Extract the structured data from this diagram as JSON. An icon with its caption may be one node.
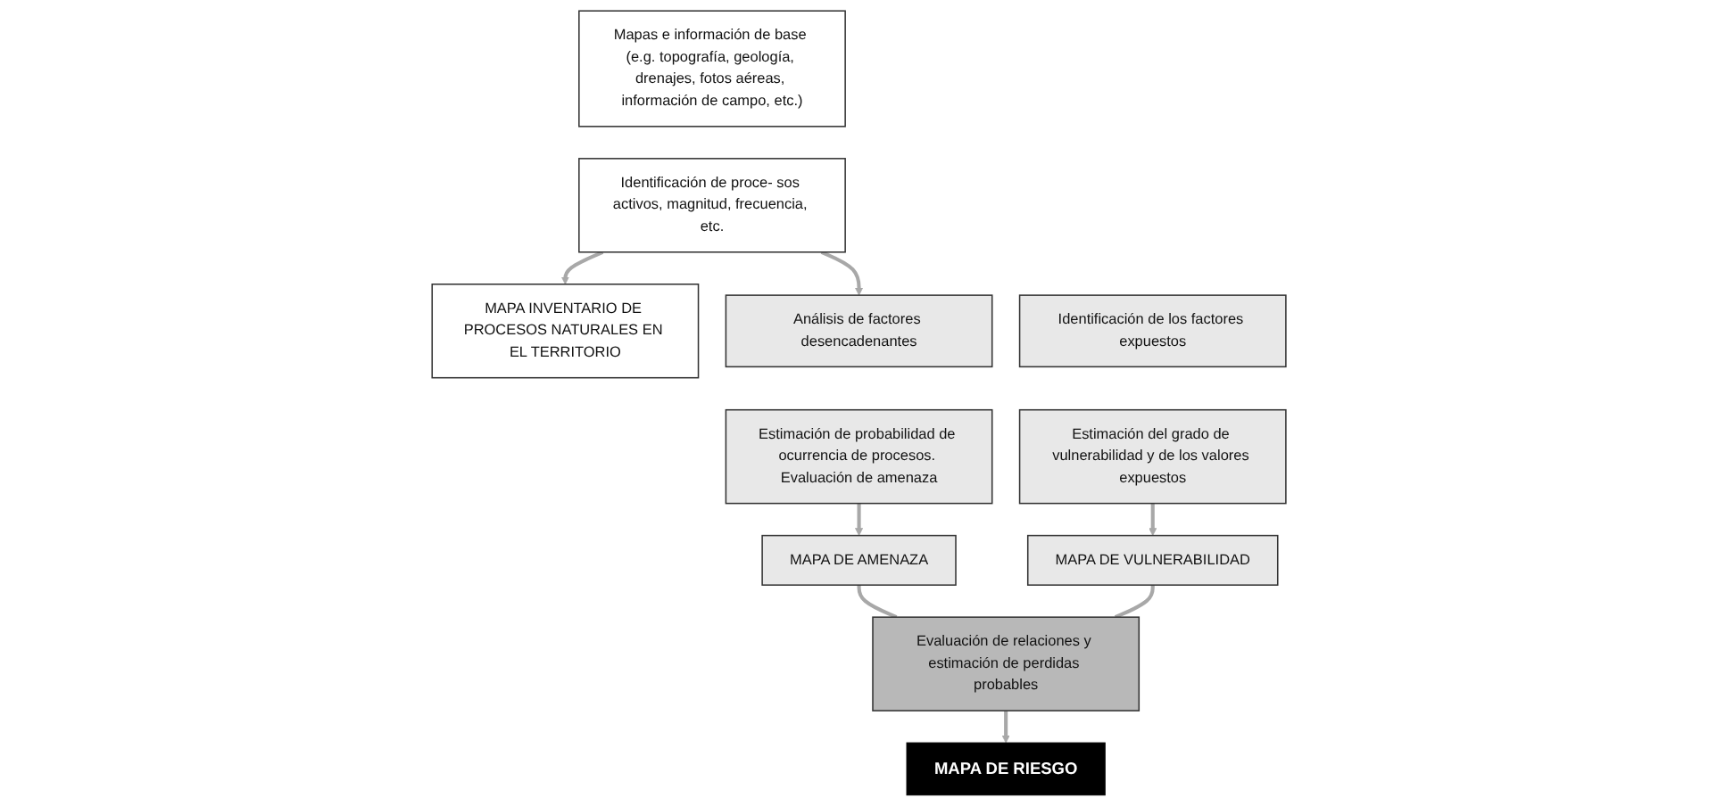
{
  "diagram": {
    "nodes": [
      {
        "text": [
          "Mapas e información de base (e.g. topografía, geología, drenajes, fotos aéreas, información de campo, etc.)"
        ]
      },
      {
        "text": [
          "Identificación de proce- sos activos, magnitud, frecuencia, etc."
        ]
      },
      {
        "text": [
          "MAPA INVENTARIO DE PROCESOS NATURALES EN EL TERRITORIO"
        ]
      },
      {
        "text": [
          "Análisis de factores desencadenantes"
        ]
      },
      {
        "text": [
          "Estimación de probabilidad de ocurrencia de procesos. Evaluación de amenaza"
        ]
      },
      {
        "text": [
          "MAPA DE AMENAZA"
        ]
      },
      {
        "text": [
          "Identificación de los factores expuestos"
        ]
      },
      {
        "text": [
          "Estimación del grado de vulnerabilidad y de los valores expuestos"
        ]
      },
      {
        "text": [
          "MAPA DE VULNERABILIDAD"
        ]
      },
      {
        "text": [
          "Evaluación de relaciones y estimación de perdidas probables"
        ]
      },
      {
        "text": [
          "MAPA DE RIESGO"
        ]
      }
    ],
    "edges": [
      {
        "from": 1,
        "to": 2,
        "arrow": "to"
      },
      {
        "from": 1,
        "to": 3,
        "arrow": "to"
      },
      {
        "from": 4,
        "to": 5,
        "arrow": "to"
      },
      {
        "from": 7,
        "to": 8,
        "arrow": "to"
      },
      {
        "from": 5,
        "to": 9,
        "arrow": "none"
      },
      {
        "from": 8,
        "to": 9,
        "arrow": "none"
      },
      {
        "from": 9,
        "to": 10,
        "arrow": "to"
      }
    ]
  }
}
